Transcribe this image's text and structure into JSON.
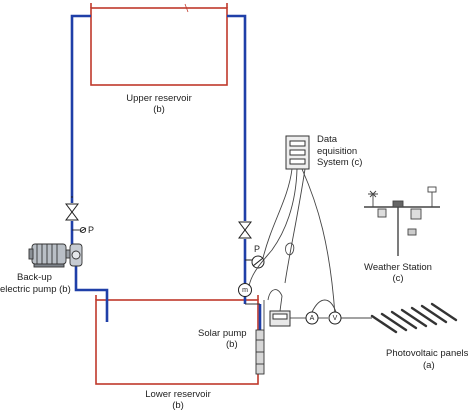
{
  "labels": {
    "upper_reservoir": "Upper reservoir",
    "upper_reservoir_tag": "(b)",
    "lower_reservoir": "Lower reservoir",
    "lower_reservoir_tag": "(b)",
    "backup_pump_line1": "Back-up",
    "backup_pump_line2": "electric pump (b)",
    "solar_pump": "Solar pump",
    "solar_pump_tag": "(b)",
    "data_acq_line1": "Data",
    "data_acq_line2": "equisition",
    "data_acq_line3": "System (c)",
    "weather_station": "Weather Station",
    "weather_station_tag": "(c)",
    "pv_panels": "Photovoltaic panels",
    "pv_panels_tag": "(a)",
    "pressure_left": "P",
    "pressure_right": "P",
    "flow_meter": "m",
    "ammeter": "A",
    "voltmeter": "V"
  },
  "colors": {
    "reservoir": "#c0392b",
    "pipe": "#1f3fa8",
    "wire": "#444444",
    "device": "#333333"
  }
}
